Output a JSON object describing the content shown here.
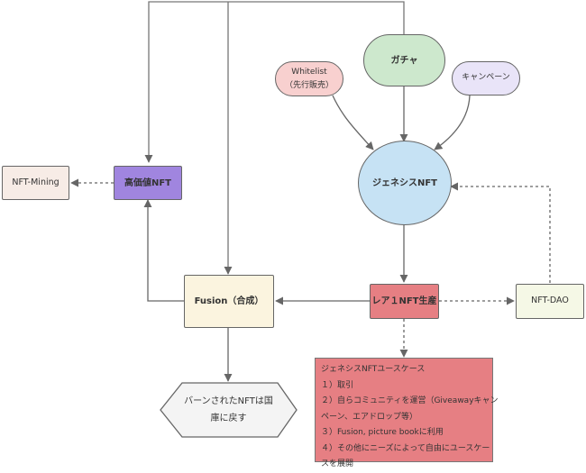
{
  "diagram": {
    "nodes": {
      "gacha": {
        "label": "ガチャ",
        "fill": "#cde8cd"
      },
      "whitelist": {
        "line1": "Whitelist",
        "line2": "（先行販売）",
        "fill": "#f8d0cf"
      },
      "campaign": {
        "label": "キャンペーン",
        "fill": "#e9e4f8"
      },
      "genesis": {
        "label": "ジェネシスNFT",
        "fill": "#c6e2f4"
      },
      "high_value": {
        "label": "高価値NFT",
        "fill": "#a085df"
      },
      "nft_mining": {
        "label": "NFT-Mining",
        "fill": "#f7ece6"
      },
      "fusion": {
        "label": "Fusion（合成）",
        "fill": "#fbf4df"
      },
      "rare1": {
        "label": "レア１NFT生産",
        "fill": "#e67f83"
      },
      "nft_dao": {
        "label": "NFT-DAO",
        "fill": "#f5f8e6"
      },
      "burned": {
        "line1": "バーンされたNFTは国",
        "line2": "庫に戻す",
        "fill": "#f4f4f4"
      },
      "usecase": {
        "fill": "#e67f83",
        "lines": [
          "ジェネシスNFTユースケース",
          "１）取引",
          "２）自らコミュニティを運営（Giveawayキャン",
          "ペーン、エアドロップ等）",
          "３）Fusion, picture bookに利用",
          "４）その他にニーズによって自由にユースケー",
          "スを展開"
        ]
      }
    },
    "edges": [
      {
        "from": "whitelist",
        "to": "genesis",
        "style": "solid"
      },
      {
        "from": "gacha",
        "to": "genesis",
        "style": "solid"
      },
      {
        "from": "campaign",
        "to": "genesis",
        "style": "solid"
      },
      {
        "from": "genesis",
        "to": "rare1",
        "style": "solid"
      },
      {
        "from": "rare1",
        "to": "fusion",
        "style": "solid"
      },
      {
        "from": "rare1",
        "to": "nft_dao",
        "style": "dashed"
      },
      {
        "from": "rare1",
        "to": "usecase",
        "style": "dashed"
      },
      {
        "from": "nft_dao",
        "to": "genesis",
        "style": "dashed"
      },
      {
        "from": "fusion",
        "to": "high_value",
        "style": "solid"
      },
      {
        "from": "fusion",
        "to": "burned",
        "style": "solid"
      },
      {
        "from": "high_value",
        "to": "nft_mining",
        "style": "dashed"
      },
      {
        "from": "gacha",
        "to": "high_value",
        "style": "solid"
      },
      {
        "from": "gacha",
        "to": "fusion",
        "style": "solid"
      }
    ],
    "line_color": "#666666"
  }
}
